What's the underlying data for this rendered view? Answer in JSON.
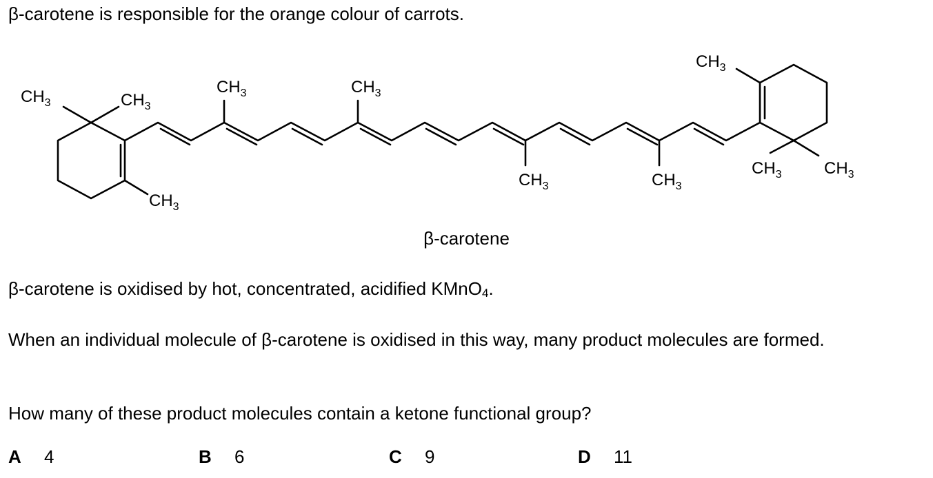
{
  "intro": {
    "greek": "β",
    "text": "-carotene is responsible for the orange colour of carrots."
  },
  "structure": {
    "methyl_main": "CH",
    "methyl_sub": "3"
  },
  "caption": {
    "greek": "β",
    "text": "-carotene"
  },
  "oxidation": {
    "greek": "β",
    "text": "-carotene is oxidised by hot, concentrated, acidified KMnO",
    "subscript": "4",
    "end": "."
  },
  "description": {
    "before": "When an individual molecule of ",
    "greek": "β",
    "after": "-carotene is oxidised in this way, many product molecules are formed."
  },
  "question": {
    "text": "How many of these product molecules contain a ketone functional group?"
  },
  "options": [
    {
      "letter": "A",
      "value": "4"
    },
    {
      "letter": "B",
      "value": "6"
    },
    {
      "letter": "C",
      "value": "9"
    },
    {
      "letter": "D",
      "value": "11"
    }
  ]
}
